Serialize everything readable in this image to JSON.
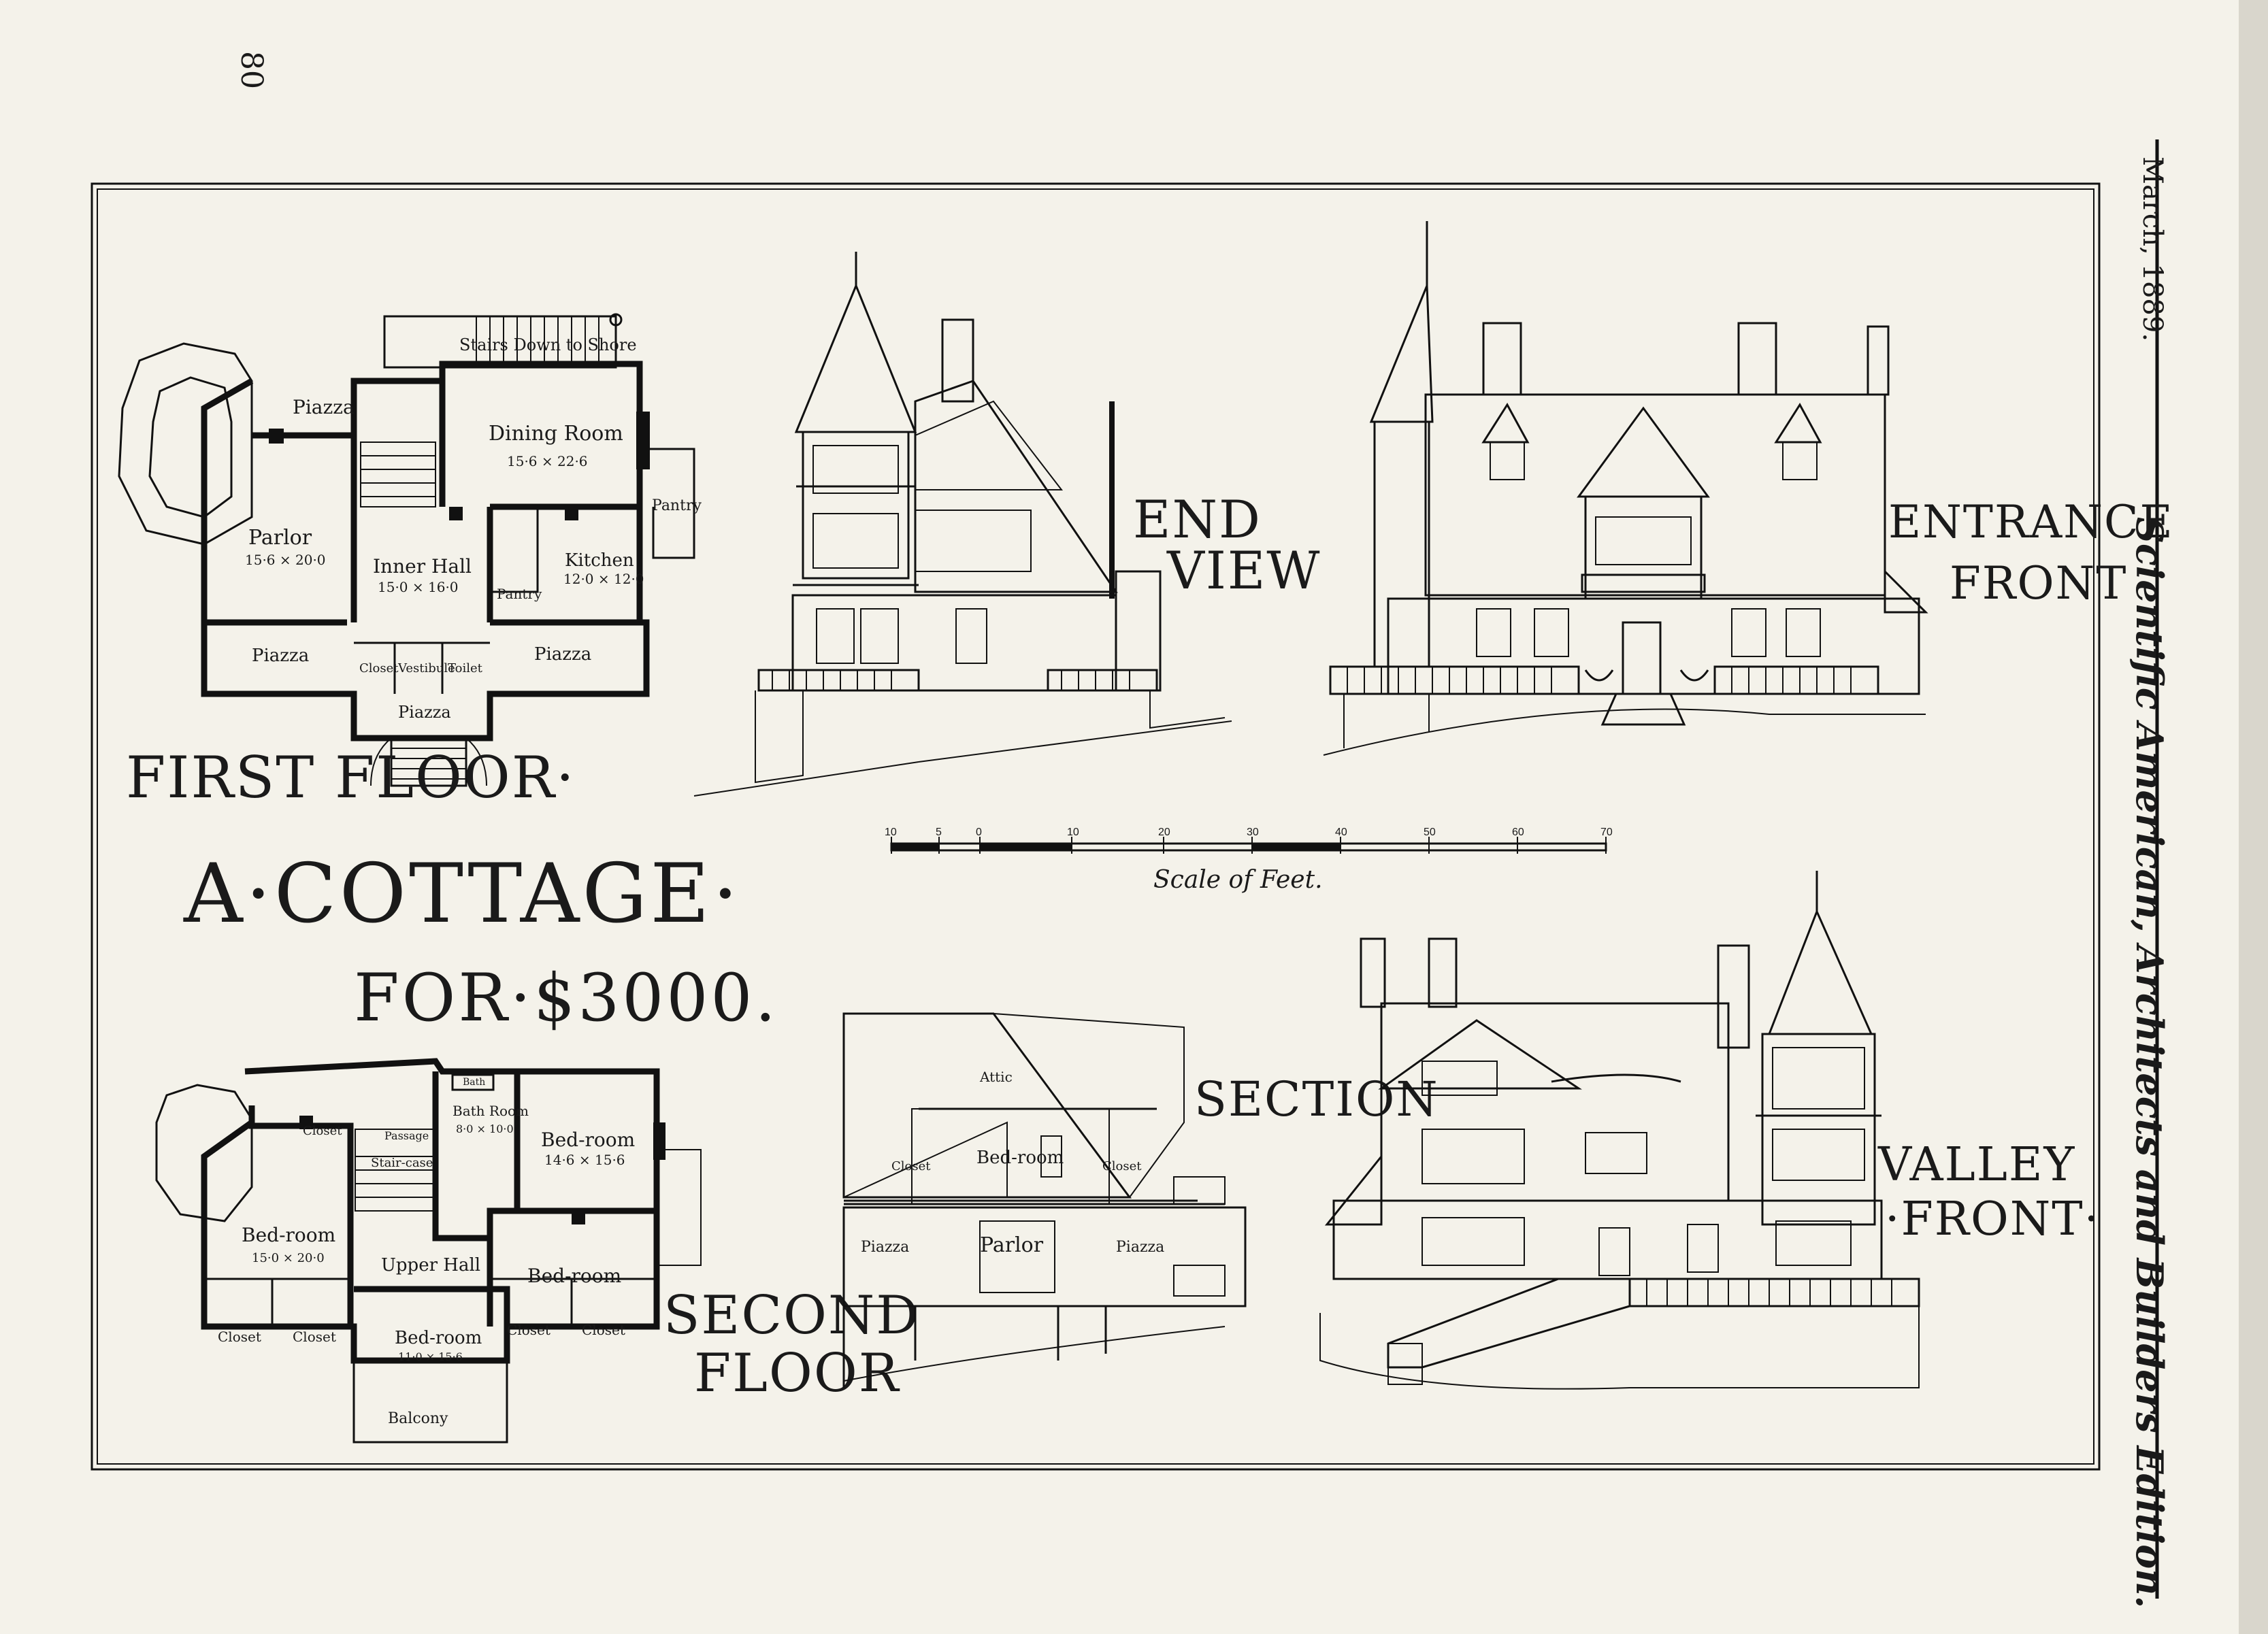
{
  "page_number": "80",
  "running_head": "March, 1889.",
  "publication": "Scientific American, Architects and Builders Edition.",
  "title": {
    "line1": "A·COTTAGE·",
    "line2": "FOR·$3000."
  },
  "first_floor": {
    "label": "FIRST FLOOR·",
    "rooms": {
      "stairs": "Stairs Down to Shore",
      "piazza_top": "Piazza",
      "dining": "Dining Room",
      "dining_dim": "15·6 × 22·6",
      "pantry": "Pantry",
      "parlor": "Parlor",
      "parlor_dim": "15·6 × 20·0",
      "inner_hall": "Inner Hall",
      "inner_hall_dim": "15·0 × 16·0",
      "kitchen": "Kitchen",
      "kitchen_dim": "12·0 × 12·0",
      "small_pantry": "Pantry",
      "piazza_left": "Piazza",
      "piazza_right": "Piazza",
      "piazza_front": "Piazza",
      "closet": "Closet",
      "vestibule": "Vestibule",
      "toilet": "Toilet"
    }
  },
  "second_floor": {
    "label_line1": "SECOND",
    "label_line2": "FLOOR",
    "rooms": {
      "closet_top": "Closet",
      "passage": "Passage",
      "bath": "Bath",
      "bath_room": "Bath Room",
      "bath_dim": "8·0 × 10·0",
      "bedroom_ne": "Bed-room",
      "bedroom_ne_dim": "14·6 × 15·6",
      "staircase": "Stair-case",
      "bedroom_w": "Bed-room",
      "bedroom_w_dim": "15·0 × 20·0",
      "upper_hall": "Upper Hall",
      "bedroom_e": "Bed-room",
      "closet_1": "Closet",
      "closet_2": "Closet",
      "bedroom_s": "Bed-room",
      "bedroom_s_dim": "11·0 × 15·6",
      "closet_3": "Closet",
      "closet_4": "Closet",
      "balcony": "Balcony"
    }
  },
  "views": {
    "end_view_1": "END",
    "end_view_2": "VIEW",
    "entrance_1": "ENTRANCE",
    "entrance_2": "FRONT",
    "section": "SECTION",
    "valley_1": "VALLEY",
    "valley_2": "·FRONT·"
  },
  "section_rooms": {
    "attic": "Attic",
    "bedroom": "Bed-room",
    "closet_l": "Closet",
    "closet_r": "Closet",
    "piazza_l": "Piazza",
    "parlor": "Parlor",
    "piazza_r": "Piazza"
  },
  "scale": {
    "caption": "Scale of Feet.",
    "ticks": [
      "10",
      "5",
      "0",
      "10",
      "20",
      "30",
      "40",
      "50",
      "60",
      "70"
    ]
  },
  "colors": {
    "paper": "#f4f2ea",
    "ink": "#111111"
  }
}
